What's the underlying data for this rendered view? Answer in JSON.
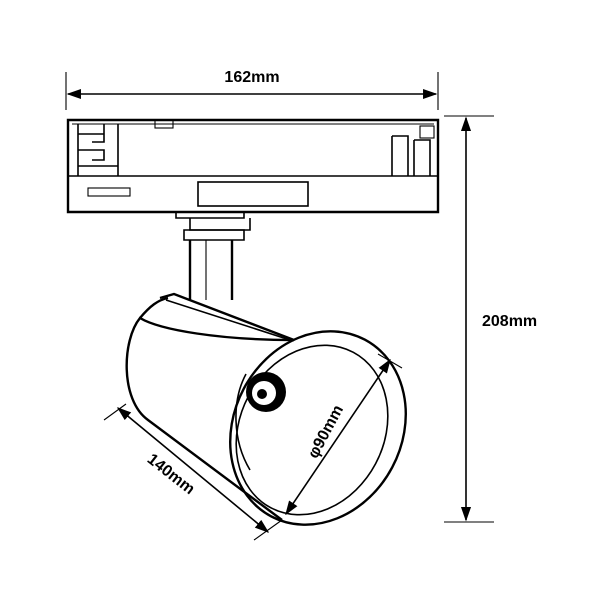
{
  "dimensions": {
    "width": "162mm",
    "height": "208mm",
    "length": "140mm",
    "diameter": "φ90mm"
  }
}
